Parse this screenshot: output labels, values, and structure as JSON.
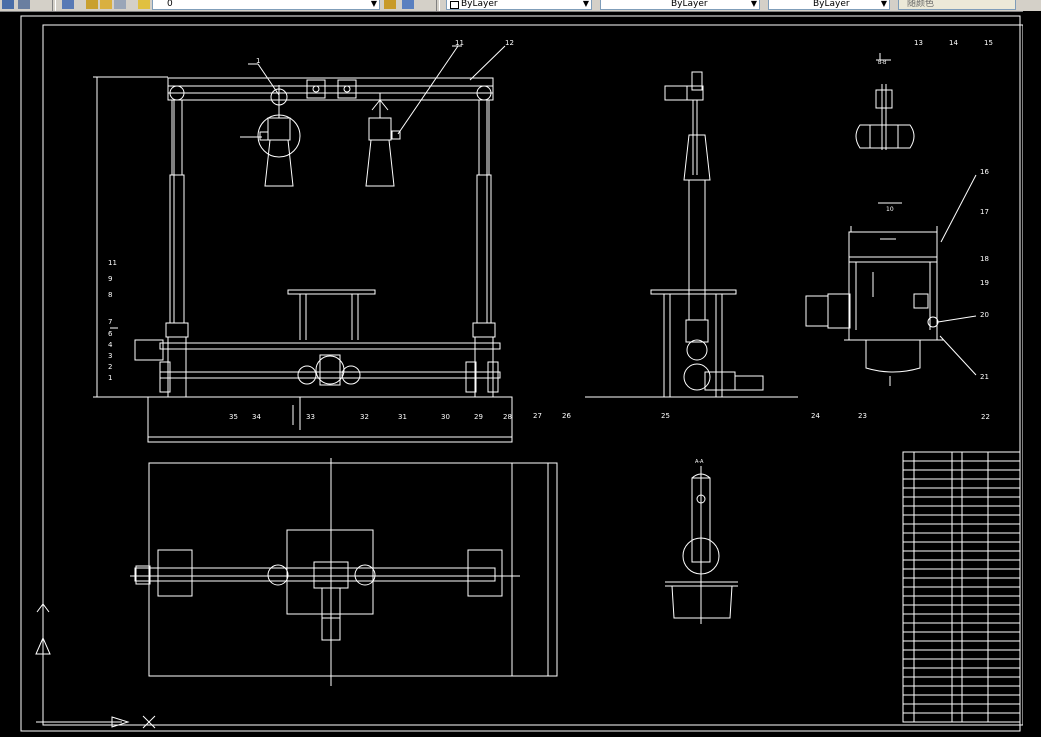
{
  "toolbar": {
    "layer_value": "0",
    "color_value": "ByLayer",
    "linetype_value": "ByLayer",
    "lineweight_value": "ByLayer",
    "plotstyle_value": "随颜色"
  },
  "balloons": {
    "top_left": [
      "1",
      "11",
      "12"
    ],
    "column_left": [
      "11",
      "9",
      "8",
      "7",
      "6",
      "4",
      "3",
      "2",
      "1"
    ],
    "bottom_row": [
      "35",
      "34",
      "33",
      "32",
      "31",
      "30",
      "29",
      "28",
      "27",
      "26",
      "25",
      "24",
      "23",
      "22"
    ],
    "right_col": [
      "13",
      "14",
      "15",
      "16",
      "17",
      "18",
      "19",
      "20",
      "21"
    ],
    "side_label": "10"
  },
  "section_labels": {
    "bb": "B-B",
    "aa": "A-A"
  },
  "colors": {
    "background": "#000000",
    "lines": "#ffffff",
    "toolbar": "#d4d0c8"
  }
}
